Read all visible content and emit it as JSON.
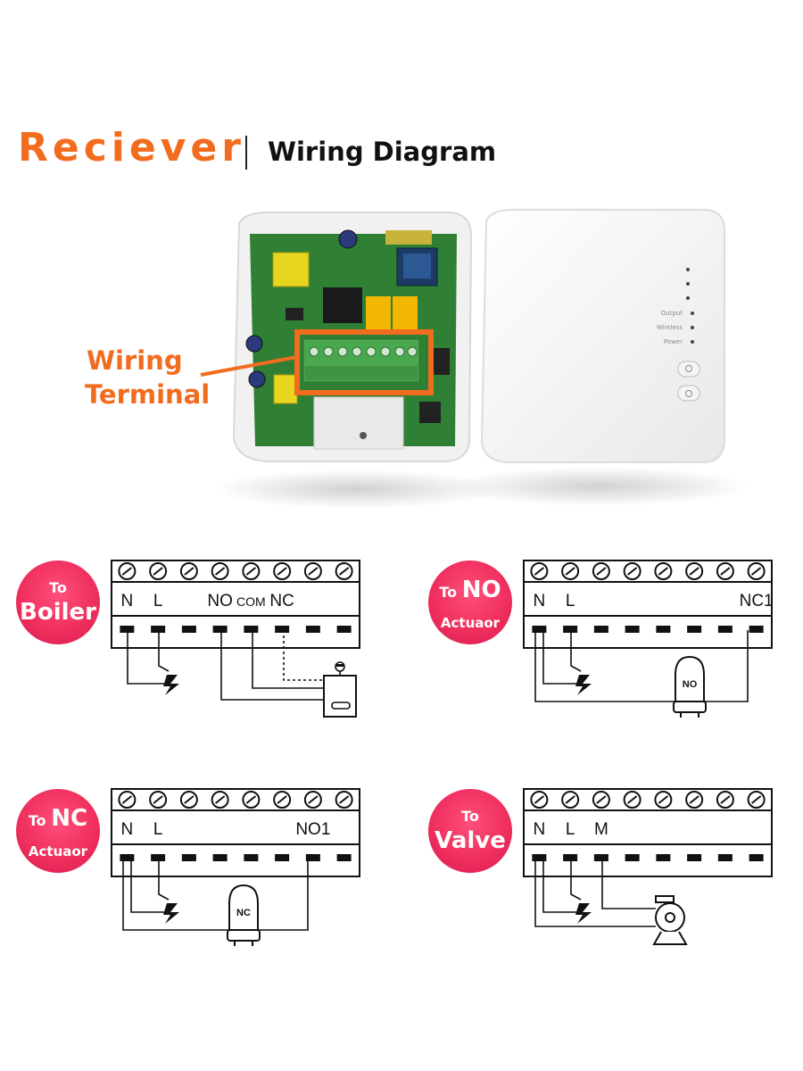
{
  "header": {
    "title": "Reciever",
    "subtitle": "Wiring Diagram"
  },
  "photo": {
    "callout_line1": "Wiring",
    "callout_line2": "Terminal",
    "led_labels": [
      "Output",
      "Wireless",
      "Power"
    ]
  },
  "panels": [
    {
      "badge_line1": "To",
      "badge_line2": "Boiler",
      "terminals": [
        "N",
        "L",
        "",
        "NO",
        "COM",
        "NC",
        "",
        ""
      ],
      "device_label": ""
    },
    {
      "badge_line1": "To NO",
      "badge_line2": "Actuaor",
      "terminals": [
        "N",
        "L",
        "",
        "",
        "",
        "",
        "",
        "NC1"
      ],
      "device_label": "NO"
    },
    {
      "badge_line1": "To NC",
      "badge_line2": "Actuaor",
      "terminals": [
        "N",
        "L",
        "",
        "",
        "",
        "",
        "NO1",
        ""
      ],
      "device_label": "NC"
    },
    {
      "badge_line1": "To",
      "badge_line2": "Valve",
      "terminals": [
        "N",
        "L",
        "M",
        "",
        "",
        "",
        "",
        ""
      ],
      "device_label": ""
    }
  ],
  "colors": {
    "title_orange": "#f26c1f",
    "badge_pink": "#f0305e",
    "pcb_green": "#2e7d32",
    "terminal_green": "#4caf50"
  }
}
